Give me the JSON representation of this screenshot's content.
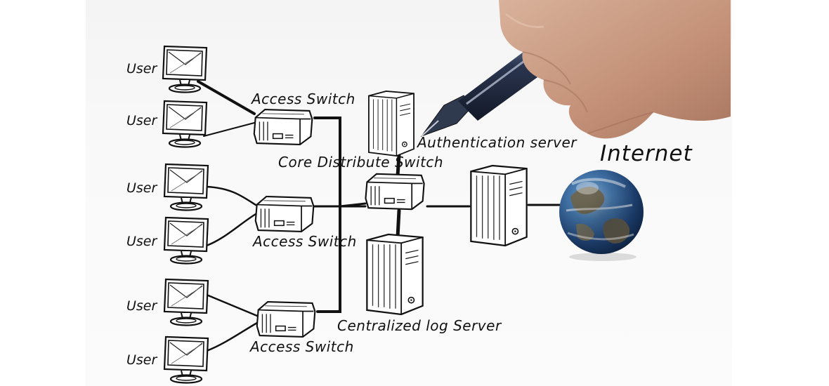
{
  "labels": {
    "user": "User",
    "access_switch": "Access Switch",
    "authentication_server": "Authentication server",
    "core_distribute_switch": "Core Distribute Switch",
    "centralized_log_server": "Centralized log Server",
    "internet": "Internet"
  },
  "icons": {
    "user_terminal": "monitor-icon",
    "switch": "network-switch-icon",
    "server": "server-tower-icon",
    "internet": "globe-icon",
    "hand": "hand-holding-pen"
  },
  "colors": {
    "ink": "#111111",
    "globe_ocean": "#2c5d95",
    "globe_land": "#7a6a4a",
    "skin": "#c99e86",
    "pen_body": "#2b3650"
  }
}
